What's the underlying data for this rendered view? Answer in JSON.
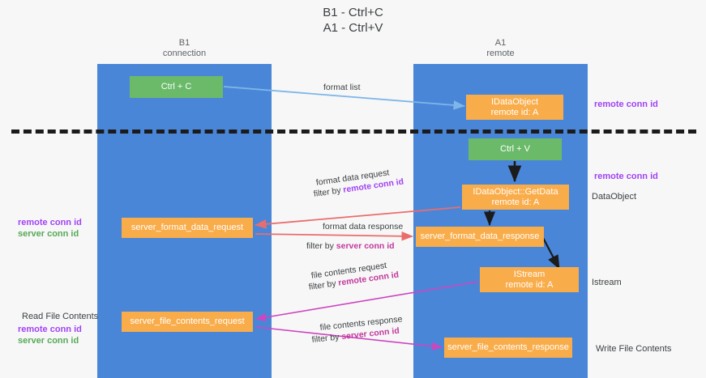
{
  "title": {
    "line1": "B1 - Ctrl+C",
    "line2": "A1 - Ctrl+V"
  },
  "lanes": [
    {
      "id": "b1",
      "name": "B1",
      "role": "connection"
    },
    {
      "id": "a1",
      "name": "A1",
      "role": "remote"
    }
  ],
  "nodes": {
    "ctrl_c": {
      "label": "Ctrl + C",
      "color": "#6aba6a"
    },
    "idataobject": {
      "line1": "IDataObject",
      "line2": "remote id: A",
      "color": "#f9ac4a"
    },
    "ctrl_v": {
      "label": "Ctrl + V",
      "color": "#6aba6a"
    },
    "getdata": {
      "line1": "IDataObject::GetData",
      "line2": "remote id: A",
      "color": "#f9ac4a"
    },
    "server_format_data_request": {
      "label": "server_format_data_request",
      "color": "#f9ac4a"
    },
    "server_format_data_response": {
      "label": "server_format_data_response",
      "color": "#f9ac4a"
    },
    "istream": {
      "line1": "IStream",
      "line2": "remote id: A",
      "color": "#f9ac4a"
    },
    "server_file_contents_request": {
      "label": "server_file_contents_request",
      "color": "#f9ac4a"
    },
    "server_file_contents_response": {
      "label": "server_file_contents_response",
      "color": "#f9ac4a"
    }
  },
  "edge_labels": {
    "format_list": "format list",
    "format_data_request": "format data request",
    "format_data_request_filter_prefix": "filter by ",
    "format_data_request_filter_key": "remote conn id",
    "format_data_response": "format data response",
    "format_data_response_filter_prefix": "filter by ",
    "format_data_response_filter_key": "server conn id",
    "file_contents_request": "file contents request",
    "file_contents_request_filter_prefix": "filter by ",
    "file_contents_request_filter_key": "remote conn id",
    "file_contents_response": "file contents response",
    "file_contents_response_filter_prefix": "filter by ",
    "file_contents_response_filter_key": "server conn id"
  },
  "annotations": {
    "remote_conn_id_top": "remote conn id",
    "remote_conn_id_mid": "remote conn id",
    "left_remote_conn_id_1": "remote conn id",
    "left_server_conn_id_1": "server conn id",
    "read_file_contents": "Read File Contents",
    "left_remote_conn_id_2": "remote conn id",
    "left_server_conn_id_2": "server conn id",
    "dataobject": "DataObject",
    "istream": "Istream",
    "write_file_contents": "Write File Contents"
  },
  "colors": {
    "lane": "#4a86d8",
    "green_node": "#6aba6a",
    "orange_node": "#f9ac4a",
    "purple": "#a142f4",
    "magenta": "#c2389c",
    "green_text": "#57a957",
    "edge_blue": "#7eb6e8",
    "edge_red": "#ea6d6d",
    "edge_magenta": "#cc46c0",
    "edge_black": "#1b1b1b",
    "background": "#f7f7f7"
  }
}
